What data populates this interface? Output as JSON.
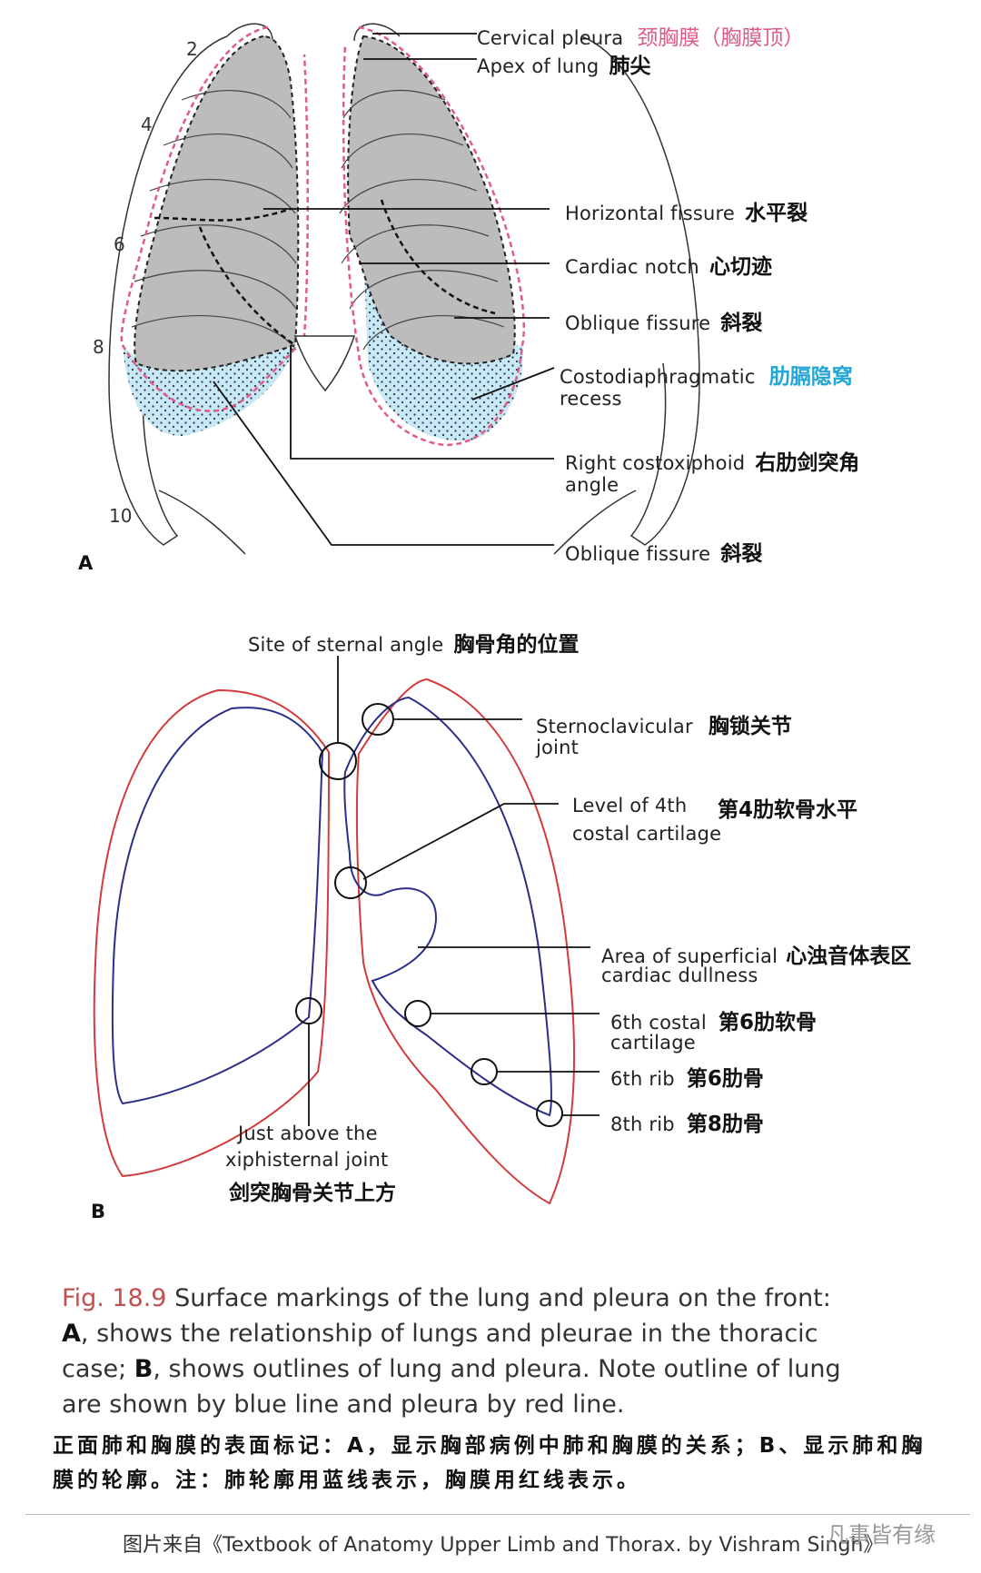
{
  "diagram_a": {
    "panel_label": "A",
    "ribs": [
      "2",
      "4",
      "6",
      "8",
      "10"
    ],
    "labels": [
      {
        "en": "Cervical pleura",
        "zh": "颈胸膜（胸膜顶）"
      },
      {
        "en": "Apex of lung",
        "zh": "肺尖"
      },
      {
        "en": "Horizontal fissure",
        "zh": "水平裂"
      },
      {
        "en": "Cardiac notch",
        "zh": "心切迹"
      },
      {
        "en": "Oblique fissure",
        "zh": "斜裂"
      },
      {
        "en": "Costodiaphragmatic",
        "en2": "recess",
        "zh": "肋膈隐窝"
      },
      {
        "en": "Right costoxiphoid",
        "en2": "angle",
        "zh": "右肋剑突角"
      },
      {
        "en": "Oblique fissure",
        "zh": "斜裂"
      }
    ]
  },
  "diagram_b": {
    "panel_label": "B",
    "labels": [
      {
        "en": "Site of sternal angle",
        "zh": "胸骨角的位置"
      },
      {
        "en": "Sternoclavicular",
        "en2": "joint",
        "zh": "胸锁关节"
      },
      {
        "en": "Level of 4th",
        "en2": "costal cartilage",
        "zh": "第4肋软骨水平"
      },
      {
        "en": "Area of superficial",
        "en2": "cardiac dullness",
        "zh": "心浊音体表区"
      },
      {
        "en": "6th costal",
        "en2": "cartilage",
        "zh": "第6肋软骨"
      },
      {
        "en": "6th rib",
        "zh": "第6肋骨"
      },
      {
        "en": "8th rib",
        "zh": "第8肋骨"
      },
      {
        "en": "Just above the",
        "en2": "xiphisternal joint",
        "zh": "剑突胸骨关节上方"
      }
    ]
  },
  "caption": {
    "fig": "Fig. 18.9",
    "t1": " Surface markings of the lung and pleura on the front: ",
    "a": "A",
    "t2": ", shows the relationship of lungs and pleurae in the thoracic case; ",
    "b": "B",
    "t3": ", shows outlines of lung and pleura. Note outline of lung are shown by blue line and pleura by red line.",
    "zh": "正面肺和胸膜的表面标记：A，显示胸部病例中肺和胸膜的关系；B、显示肺和胸膜的轮廓。注：肺轮廓用蓝线表示，胸膜用红线表示。"
  },
  "source": "图片来自《Textbook of Anatomy  Upper Limb and Thorax. by Vishram Singh》",
  "watermark": "凡事皆有缘",
  "colors": {
    "lung_outline": "#2b2f8a",
    "pleura_outline": "#d23b3b",
    "recess": "#bfe4f5",
    "zh_pink": "#e05a8a",
    "zh_blue": "#22a6d8"
  }
}
